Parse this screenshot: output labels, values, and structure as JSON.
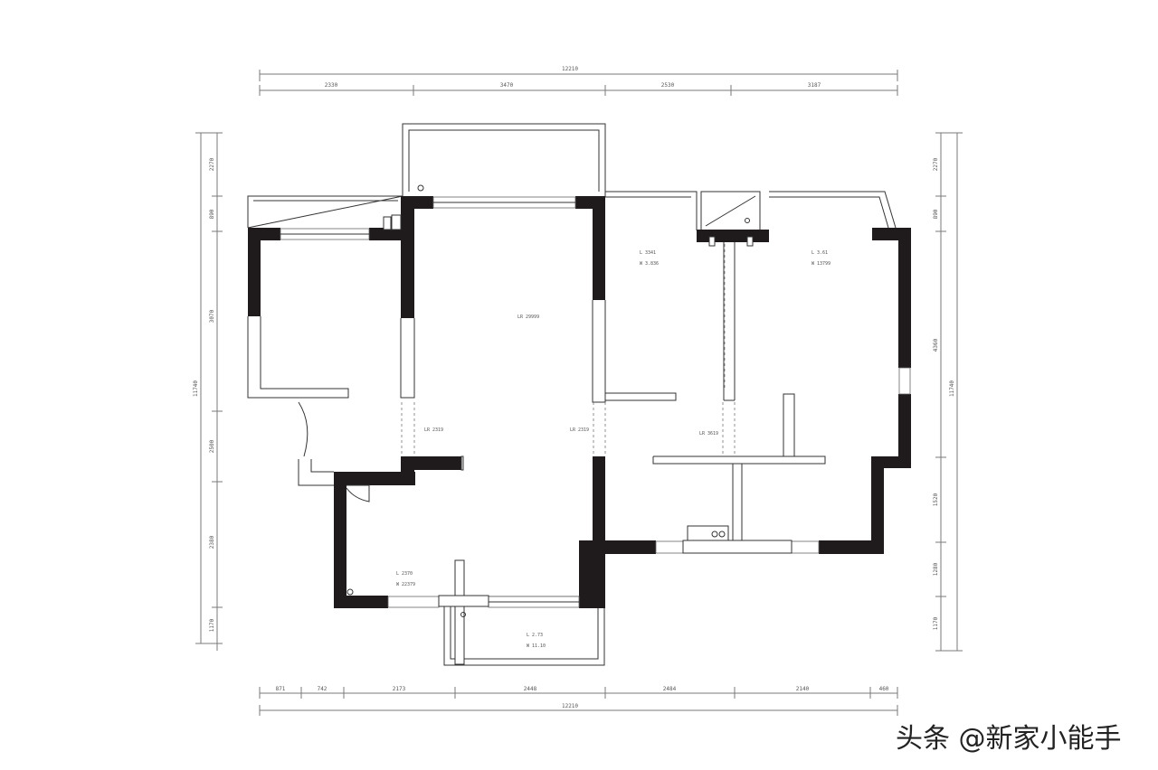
{
  "watermark": {
    "text": "头条 @新家小能手"
  },
  "dimensions": {
    "top_total": "12210",
    "top": [
      "2330",
      "3470",
      "2530",
      "3187"
    ],
    "bottom_total": "12210",
    "bottom": [
      "871",
      "742",
      "2173",
      "2448",
      "2484",
      "2140",
      "460"
    ],
    "left": [
      "2270",
      "890",
      "3070",
      "2500",
      "2380",
      "1170"
    ],
    "left_total": "11740",
    "right": [
      "2270",
      "890",
      "4360",
      "1520",
      "1280",
      "1170"
    ],
    "right_total": "11740"
  },
  "rooms": [
    {
      "id": "living",
      "line1": "LR 29999"
    },
    {
      "id": "corridor-left",
      "line1": "LR 2319"
    },
    {
      "id": "corridor-right",
      "line1": "LR 2319"
    },
    {
      "id": "bedroom-2",
      "line1": "L 3341",
      "line2": "W 3.836"
    },
    {
      "id": "bedroom-1",
      "line1": "L 3.61",
      "line2": "W 13799"
    },
    {
      "id": "hall",
      "line1": "LR 3619"
    },
    {
      "id": "kitchen",
      "line1": "L 2370",
      "line2": "W 22379"
    },
    {
      "id": "balcony",
      "line1": "L 2.73",
      "line2": "W 11.10"
    }
  ],
  "colors": {
    "wall": "#1f1a1c",
    "line": "#333333",
    "dim": "#7a7a7a"
  }
}
